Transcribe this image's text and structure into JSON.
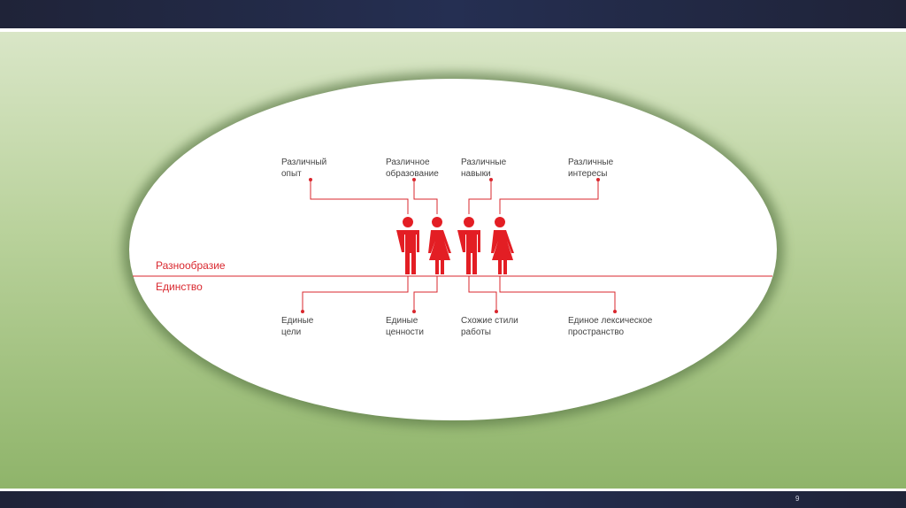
{
  "slide": {
    "page_number": "9"
  },
  "diagram": {
    "axis_top_label": "Разнообразие",
    "axis_bottom_label": "Единство",
    "top_labels": [
      [
        "Различный",
        "опыт"
      ],
      [
        "Различное",
        "образование"
      ],
      [
        "Различные",
        "навыки"
      ],
      [
        "Различные",
        "интересы"
      ]
    ],
    "bottom_labels": [
      [
        "Единые",
        "цели"
      ],
      [
        "Единые",
        "ценности"
      ],
      [
        "Схожие стили",
        "работы"
      ],
      [
        "Единое лексическое",
        "пространство"
      ]
    ],
    "figures": [
      "man",
      "woman",
      "man",
      "woman"
    ],
    "accent": "#e31e24"
  }
}
